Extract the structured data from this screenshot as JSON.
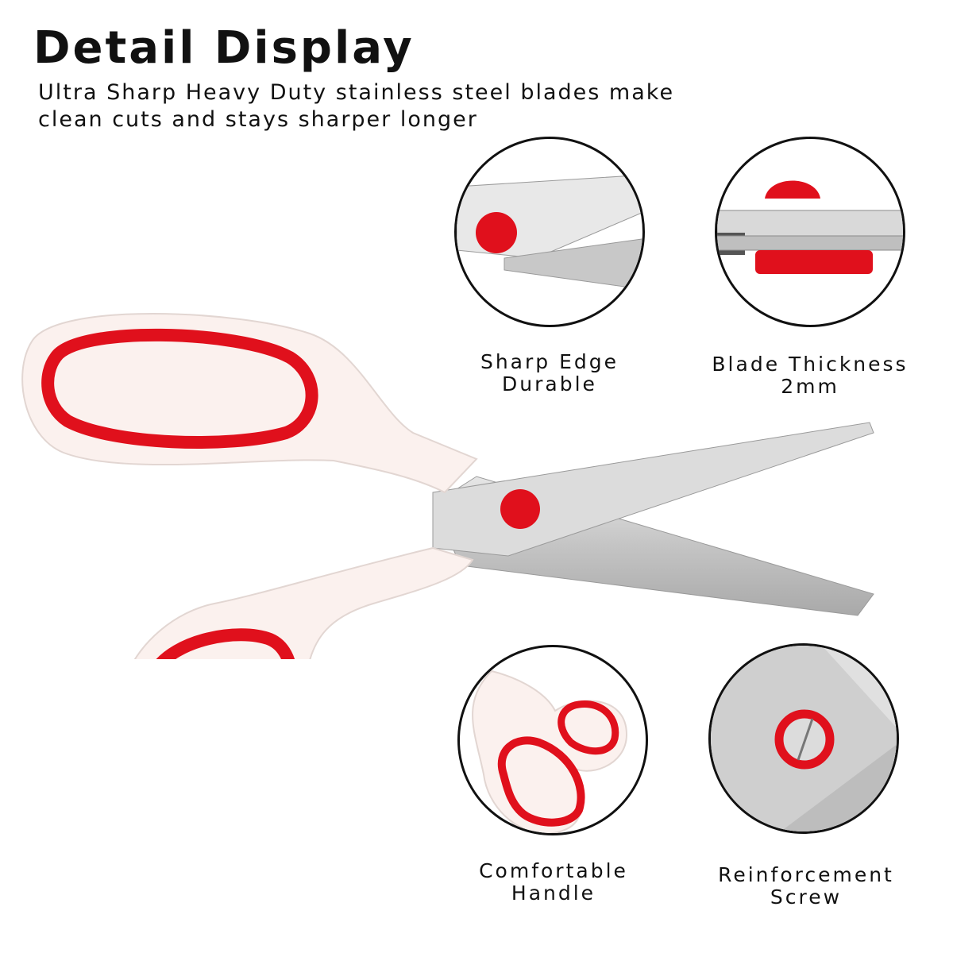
{
  "header": {
    "title": "Detail Display",
    "subtitle_line1": "Ultra Sharp Heavy Duty stainless steel blades make",
    "subtitle_line2": "clean cuts and stays sharper longer"
  },
  "colors": {
    "accent_red": "#e0101c",
    "handle_white": "#fbf1ee",
    "blade_steel": "#c9c9c9",
    "outline": "#111111"
  },
  "callouts": [
    {
      "line1": "Sharp Edge",
      "line2": "Durable",
      "icon": "blade-pivot-closeup"
    },
    {
      "line1": "Blade Thickness",
      "line2": "2mm",
      "icon": "blade-thickness-closeup"
    },
    {
      "line1": "Comfortable",
      "line2": "Handle",
      "icon": "handle-closeup"
    },
    {
      "line1": "Reinforcement",
      "line2": "Screw",
      "icon": "screw-closeup"
    }
  ]
}
